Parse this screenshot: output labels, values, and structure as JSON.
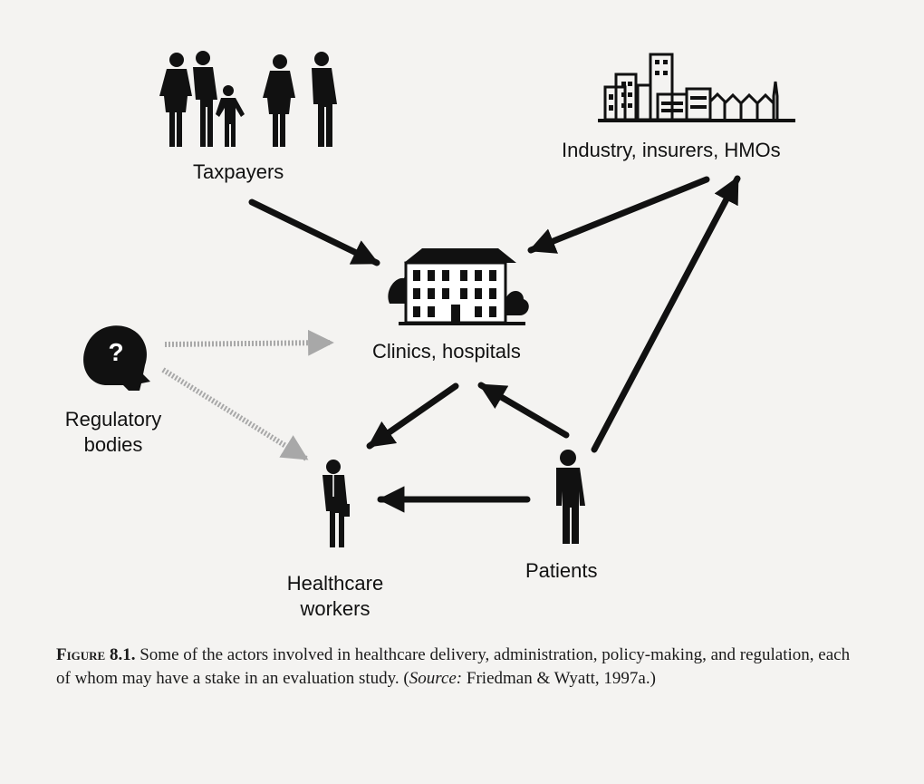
{
  "nodes": {
    "taxpayers": "Taxpayers",
    "industry": "Industry, insurers, HMOs",
    "clinics": "Clinics, hospitals",
    "regulatory_line1": "Regulatory",
    "regulatory_line2": "bodies",
    "healthcare_line1": "Healthcare",
    "healthcare_line2": "workers",
    "patients": "Patients"
  },
  "icons": {
    "taxpayers": "family-group-icon",
    "industry": "city-skyline-icon",
    "clinics": "hospital-building-icon",
    "regulatory": "head-question-icon",
    "healthcare": "businessman-icon",
    "patients": "person-icon"
  },
  "caption": {
    "label": "Figure",
    "number": "8.1.",
    "text": " Some of the actors involved in healthcare delivery, administration, policy-making, and regulation, each of whom may have a stake in an evaluation study. (",
    "source_label": "Source:",
    "source_text": " Friedman & Wyatt, 1997a.)"
  },
  "colors": {
    "ink": "#111111",
    "dotted_arrow": "#9a9a9a",
    "background": "#f4f3f1"
  }
}
